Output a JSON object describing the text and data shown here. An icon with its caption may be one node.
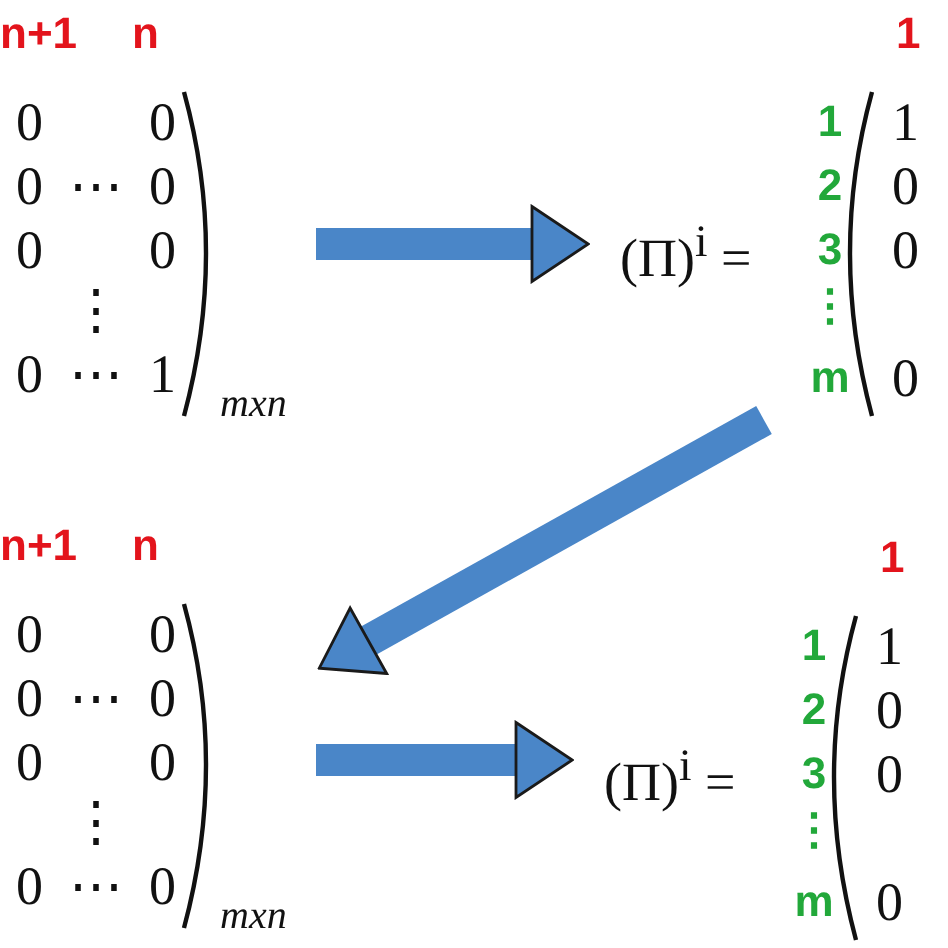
{
  "diagram": {
    "nodes": [
      {
        "text": [
          "n+1",
          "n",
          "0 0",
          "0 ⋯ 0",
          "0 0",
          "⋮",
          "0 ⋯ 1",
          "mxn"
        ]
      },
      {
        "text": [
          "1",
          "(Π)$^{i}$ =",
          "1",
          "2",
          "3",
          "⋮",
          "m",
          "1",
          "0",
          "0",
          "0"
        ]
      },
      {
        "text": [
          "n+1",
          "n",
          "0 0",
          "0 ⋯ 0",
          "0 0",
          "⋮",
          "0 ⋯ 0",
          "mxn"
        ]
      },
      {
        "text": [
          "1",
          "(Π)$^{i}$ =",
          "1",
          "2",
          "3",
          "⋮",
          "m",
          "1",
          "0",
          "0",
          "0"
        ]
      }
    ],
    "edges": [
      {
        "from": 0,
        "to": 1,
        "arrow": "to"
      },
      {
        "from": 1,
        "to": 2,
        "arrow": "to"
      },
      {
        "from": 2,
        "to": 3,
        "arrow": "to"
      }
    ]
  }
}
